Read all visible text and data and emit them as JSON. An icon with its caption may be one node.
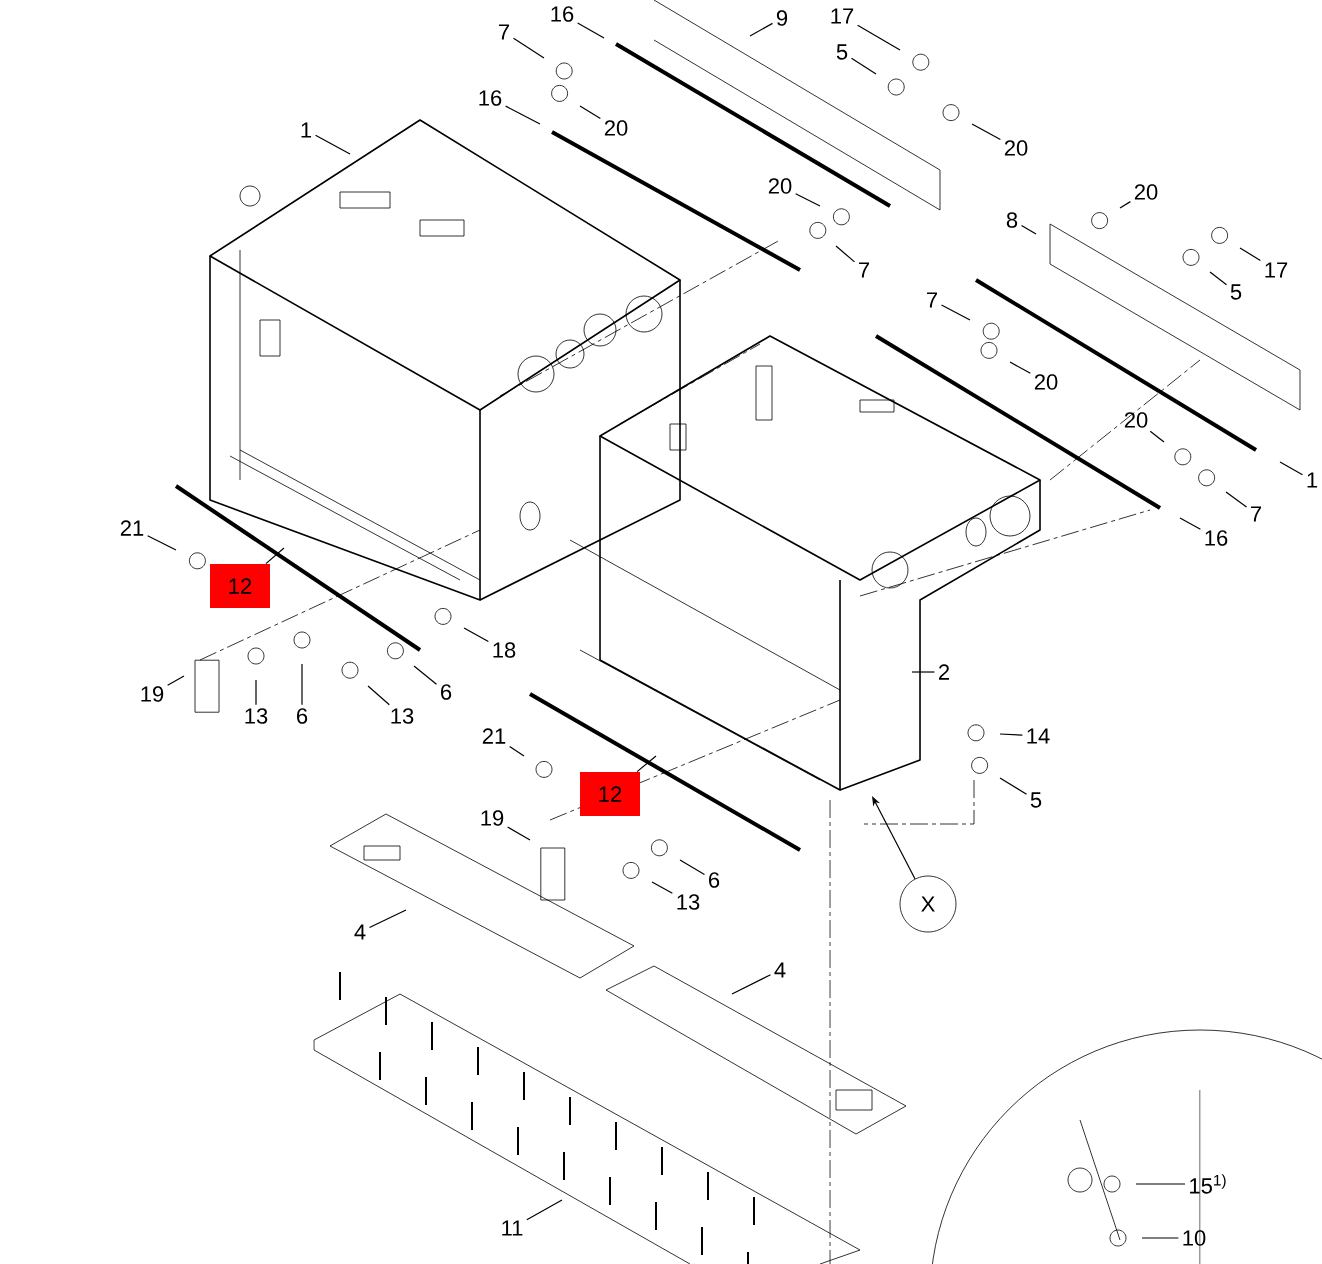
{
  "diagram": {
    "nodes": [
      {
        "text": [
          "16"
        ]
      },
      {
        "text": [
          "7"
        ]
      },
      {
        "text": [
          "9"
        ]
      },
      {
        "text": [
          "17"
        ]
      },
      {
        "text": [
          "5"
        ]
      },
      {
        "text": [
          "16"
        ]
      },
      {
        "text": [
          "20"
        ]
      },
      {
        "text": [
          "20"
        ]
      },
      {
        "text": [
          "1"
        ]
      },
      {
        "text": [
          "20"
        ]
      },
      {
        "text": [
          "7"
        ]
      },
      {
        "text": [
          "20"
        ]
      },
      {
        "text": [
          "8"
        ]
      },
      {
        "text": [
          "17"
        ]
      },
      {
        "text": [
          "5"
        ]
      },
      {
        "text": [
          "7"
        ]
      },
      {
        "text": [
          "20"
        ]
      },
      {
        "text": [
          "20"
        ]
      },
      {
        "text": [
          "1"
        ]
      },
      {
        "text": [
          "7"
        ]
      },
      {
        "text": [
          "16"
        ]
      },
      {
        "text": [
          "21"
        ]
      },
      {
        "text": [
          "12"
        ]
      },
      {
        "text": [
          "18"
        ]
      },
      {
        "text": [
          "19"
        ]
      },
      {
        "text": [
          "13"
        ]
      },
      {
        "text": [
          "6"
        ]
      },
      {
        "text": [
          "13"
        ]
      },
      {
        "text": [
          "6"
        ]
      },
      {
        "text": [
          "2"
        ]
      },
      {
        "text": [
          "21"
        ]
      },
      {
        "text": [
          "14"
        ]
      },
      {
        "text": [
          "5"
        ]
      },
      {
        "text": [
          "12"
        ]
      },
      {
        "text": [
          "19"
        ]
      },
      {
        "text": [
          "6"
        ]
      },
      {
        "text": [
          "13"
        ]
      },
      {
        "text": [
          "X"
        ]
      },
      {
        "text": [
          "4"
        ]
      },
      {
        "text": [
          "4"
        ]
      },
      {
        "text": [
          "11"
        ]
      },
      {
        "text": [
          "15$^{1)}$"
        ]
      },
      {
        "text": [
          "10"
        ]
      }
    ],
    "edges": [
      {
        "from": 0,
        "to": null,
        "arrow": "none"
      },
      {
        "from": 1,
        "to": null,
        "arrow": "none"
      },
      {
        "from": 2,
        "to": null,
        "arrow": "none"
      },
      {
        "from": 3,
        "to": null,
        "arrow": "none"
      },
      {
        "from": 4,
        "to": null,
        "arrow": "none"
      },
      {
        "from": 5,
        "to": null,
        "arrow": "none"
      },
      {
        "from": 6,
        "to": null,
        "arrow": "none"
      },
      {
        "from": 7,
        "to": null,
        "arrow": "none"
      },
      {
        "from": 8,
        "to": null,
        "arrow": "none"
      },
      {
        "from": 9,
        "to": null,
        "arrow": "none"
      },
      {
        "from": 10,
        "to": null,
        "arrow": "none"
      },
      {
        "from": 11,
        "to": null,
        "arrow": "none"
      },
      {
        "from": 12,
        "to": null,
        "arrow": "none"
      },
      {
        "from": 13,
        "to": null,
        "arrow": "none"
      },
      {
        "from": 14,
        "to": null,
        "arrow": "none"
      },
      {
        "from": 15,
        "to": null,
        "arrow": "none"
      },
      {
        "from": 16,
        "to": null,
        "arrow": "none"
      },
      {
        "from": 17,
        "to": null,
        "arrow": "none"
      },
      {
        "from": 18,
        "to": null,
        "arrow": "none"
      },
      {
        "from": 19,
        "to": null,
        "arrow": "none"
      },
      {
        "from": 20,
        "to": null,
        "arrow": "none"
      },
      {
        "from": 21,
        "to": null,
        "arrow": "none"
      },
      {
        "from": 22,
        "to": null,
        "arrow": "none"
      },
      {
        "from": 23,
        "to": null,
        "arrow": "none"
      },
      {
        "from": 24,
        "to": null,
        "arrow": "none"
      },
      {
        "from": 25,
        "to": null,
        "arrow": "none"
      },
      {
        "from": 26,
        "to": null,
        "arrow": "none"
      },
      {
        "from": 27,
        "to": null,
        "arrow": "none"
      },
      {
        "from": 28,
        "to": null,
        "arrow": "none"
      },
      {
        "from": 29,
        "to": null,
        "arrow": "none"
      },
      {
        "from": 30,
        "to": null,
        "arrow": "none"
      },
      {
        "from": 31,
        "to": null,
        "arrow": "none"
      },
      {
        "from": 32,
        "to": null,
        "arrow": "none"
      },
      {
        "from": 33,
        "to": null,
        "arrow": "none"
      },
      {
        "from": 34,
        "to": null,
        "arrow": "none"
      },
      {
        "from": 35,
        "to": null,
        "arrow": "none"
      },
      {
        "from": 36,
        "to": null,
        "arrow": "none"
      },
      {
        "from": 37,
        "to": null,
        "arrow": "to"
      },
      {
        "from": 38,
        "to": null,
        "arrow": "none"
      },
      {
        "from": 39,
        "to": null,
        "arrow": "none"
      },
      {
        "from": 40,
        "to": null,
        "arrow": "none"
      },
      {
        "from": 41,
        "to": null,
        "arrow": "none"
      },
      {
        "from": 42,
        "to": null,
        "arrow": "none"
      }
    ]
  }
}
